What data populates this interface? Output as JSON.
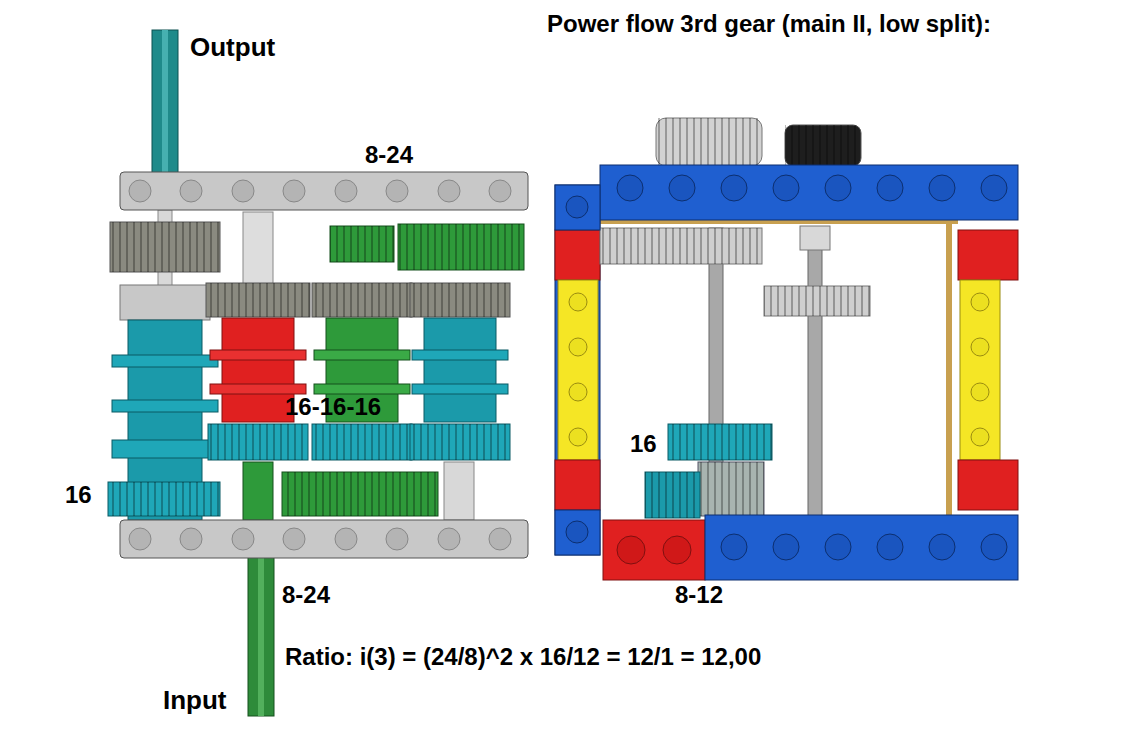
{
  "diagram": {
    "title": "Power flow 3rd gear (main II, low split):",
    "labels": [
      "Output",
      "8-24",
      "16-16-16",
      "16",
      "8-24",
      "Input",
      "16",
      "8-12",
      "Ratio: i(3) = (24/8)^2 x 16/12 = 12/1 = 12,00"
    ]
  }
}
